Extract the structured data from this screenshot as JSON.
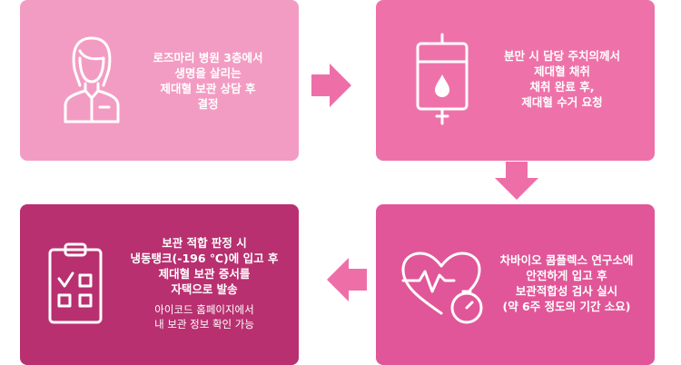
{
  "steps": [
    {
      "icon": "nurse-icon",
      "lines": [
        "로즈마리 병원 3층에서",
        "생명을 살리는",
        "제대혈 보관 상담 후",
        "결정"
      ]
    },
    {
      "icon": "blood-bag-icon",
      "lines": [
        "분만 시 담당 주치의께서",
        "제대혈 채취",
        "채취 완료 후,",
        "제대혈 수거 요청"
      ]
    },
    {
      "icon": "heart-monitor-icon",
      "lines": [
        "차바이오 콤플렉스 연구소에",
        "안전하게 입고 후",
        "보관적합성 검사 실시",
        "(약 6주 정도의 기간 소요)"
      ]
    },
    {
      "icon": "checklist-icon",
      "lines": [
        "보관 적합 판정 시",
        "냉동탱크(-196 ℃)에 입고 후",
        "제대혈 보관 증서를",
        "자택으로 발송"
      ],
      "sub_lines": [
        "아이코드 홈페이지에서",
        "내 보관 정보 확인 가능"
      ]
    }
  ],
  "colors": {
    "step1": "#f39cc3",
    "step2": "#ee72a9",
    "step3": "#e15698",
    "step4": "#b83070",
    "arrow": "#ee6fa8"
  }
}
